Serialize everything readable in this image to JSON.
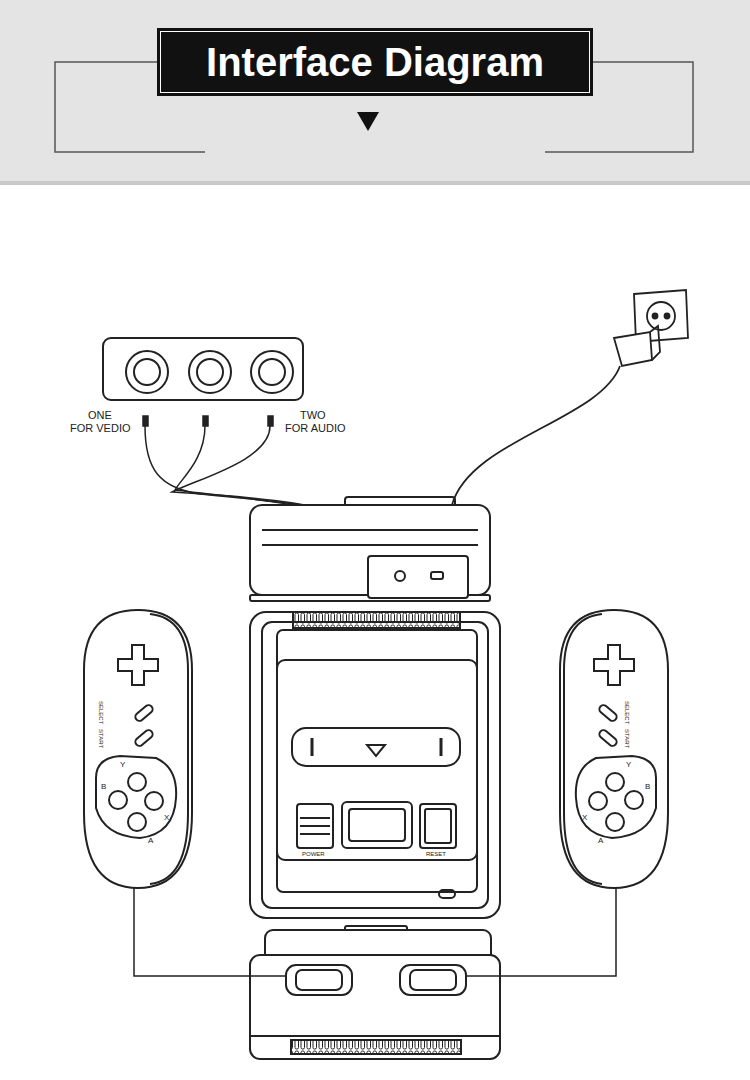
{
  "diagram": {
    "title": "Interface Diagram",
    "nodes": [
      {
        "text": [
          "SELECT",
          "START",
          "Y",
          "B",
          "X",
          "A"
        ]
      },
      {
        "text": [
          "SELECT",
          "START",
          "Y",
          "B",
          "X",
          "A"
        ]
      }
    ],
    "labels": [
      "ONE",
      "FOR VEDIO",
      "TWO",
      "FOR AUDIO",
      "POWER",
      "RESET"
    ]
  }
}
